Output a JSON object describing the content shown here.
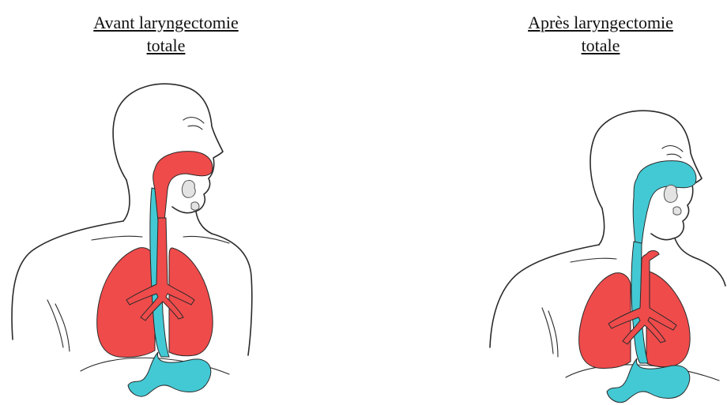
{
  "panels": [
    {
      "id": "before",
      "caption_line1": "Avant laryngectomie",
      "caption_line2": "totale"
    },
    {
      "id": "after",
      "caption_line1": "Après laryngectomie",
      "caption_line2": "totale"
    }
  ],
  "colors": {
    "airway": "#ef4b4b",
    "digestive": "#43c9d4",
    "outline": "#2a2a2a"
  }
}
